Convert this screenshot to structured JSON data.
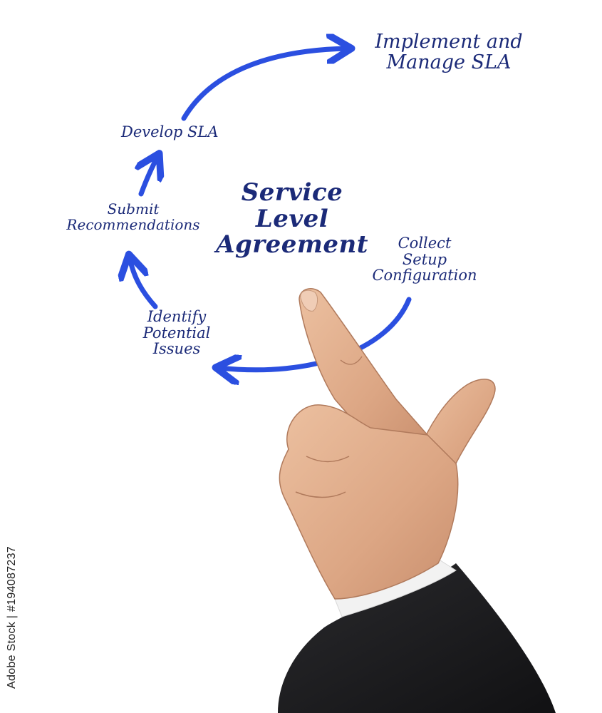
{
  "diagram": {
    "title": "Service\nLevel\nAgreement",
    "nodes": [
      {
        "id": "implement",
        "label": "Implement and\nManage SLA"
      },
      {
        "id": "develop",
        "label": "Develop SLA"
      },
      {
        "id": "submit",
        "label": "Submit\nRecommendations"
      },
      {
        "id": "identify",
        "label": "Identify\nPotential\nIssues"
      },
      {
        "id": "collect",
        "label": "Collect\nSetup\nConfiguration"
      }
    ],
    "edges": [
      {
        "from": "develop",
        "to": "implement"
      },
      {
        "from": "submit",
        "to": "develop"
      },
      {
        "from": "identify",
        "to": "submit"
      },
      {
        "from": "collect",
        "to": "identify"
      }
    ]
  },
  "colors": {
    "text": "#1b2a78",
    "arrow": "#2b4fe0",
    "skin": "#e3b08c",
    "sleeve": "#1c1c1e",
    "cuff": "#f2f2f2"
  },
  "watermark": "Adobe Stock | #194087237"
}
